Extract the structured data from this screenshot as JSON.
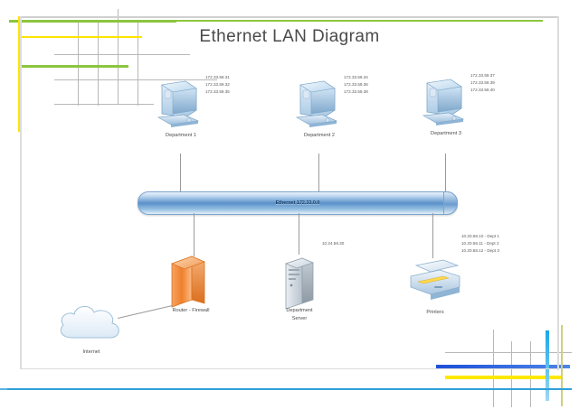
{
  "document": {
    "title": "Ethernet LAN Diagram",
    "type": "network-topology-diagram"
  },
  "bus": {
    "label": "Ethernet 172.33.0.0",
    "color": "#5a91c9"
  },
  "workstations": [
    {
      "id": "department-1",
      "label": "Department 1",
      "icon": "desktop-computer-icon",
      "ips": "172.33.59.31\n172.33.59.32\n172.33.59.35"
    },
    {
      "id": "department-2",
      "label": "Department 2",
      "icon": "desktop-computer-icon",
      "ips": "172.33.59.34\n172.33.59.36\n172.33.59.38"
    },
    {
      "id": "department-3",
      "label": "Department 3",
      "icon": "desktop-computer-icon",
      "ips": "172.33.59.37\n172.33.59.39\n172.33.59.40"
    }
  ],
  "devices": {
    "router": {
      "label": "Router - Firewall",
      "icon": "firewall-brick-icon",
      "color": "#f08a3c"
    },
    "server": {
      "label": "Department\nServer",
      "icon": "server-tower-icon",
      "ip": "10.24.59.30"
    },
    "printers": {
      "label": "Printers",
      "icon": "printer-icon",
      "ips": "10.20.58.10 - Dept 1\n10.20.58.11 - Dept 2\n10.20.58.12 - Dept 3"
    },
    "internet": {
      "label": "Internet",
      "icon": "cloud-icon"
    }
  },
  "decor": {
    "green": "#8cc63f",
    "yellow": "#ffe400",
    "blue": "#1c4fd8",
    "cyan": "#18a8e8",
    "grid": "#b8b8b8"
  }
}
